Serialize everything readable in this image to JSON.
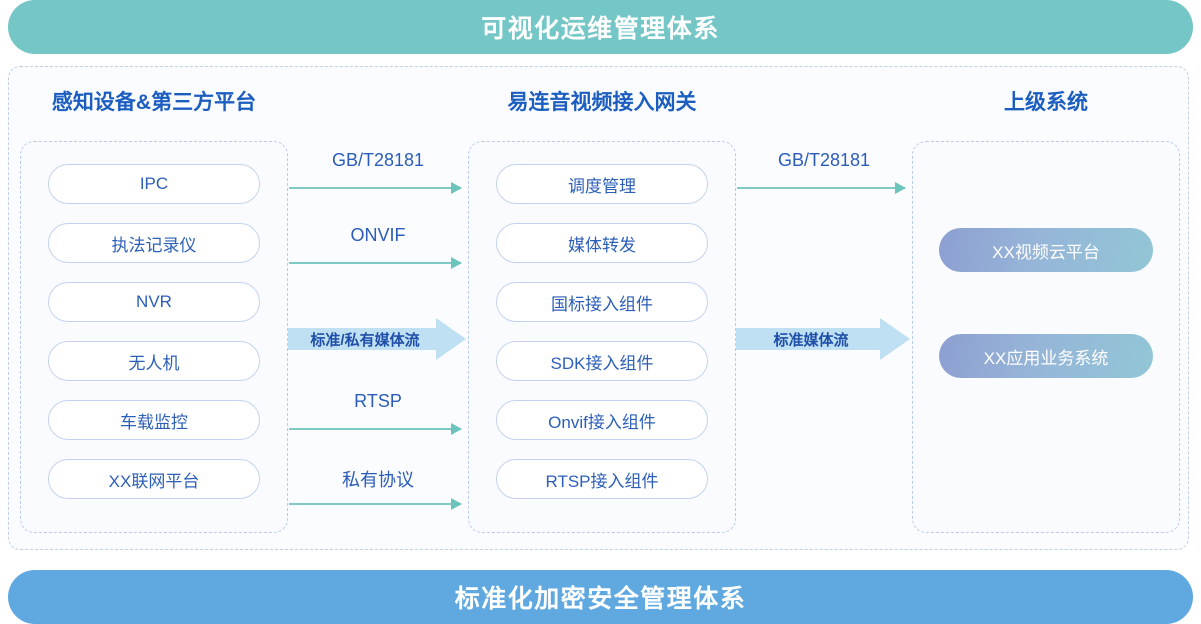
{
  "banners": {
    "top": {
      "label": "可视化运维管理体系",
      "color": "#74c7c6"
    },
    "bottom": {
      "label": "标准化加密安全管理体系",
      "color": "#5fa9e0"
    }
  },
  "columns": [
    {
      "id": "left",
      "title": "感知设备&第三方平台",
      "items": [
        "IPC",
        "执法记录仪",
        "NVR",
        "无人机",
        "车载监控",
        "XX联网平台"
      ]
    },
    {
      "id": "middle",
      "title": "易连音视频接入网关",
      "items": [
        "调度管理",
        "媒体转发",
        "国标接入组件",
        "SDK接入组件",
        "Onvif接入组件",
        "RTSP接入组件"
      ]
    },
    {
      "id": "right",
      "title": "上级系统",
      "items": [
        "XX视频云平台",
        "XX应用业务系统"
      ]
    }
  ],
  "connectors_left_to_middle": [
    {
      "label": "GB/T28181",
      "style": "thin-arrow"
    },
    {
      "label": "ONVIF",
      "style": "thin-arrow"
    },
    {
      "label": "标准/私有媒体流",
      "style": "block-arrow"
    },
    {
      "label": "RTSP",
      "style": "thin-arrow"
    },
    {
      "label": "私有协议",
      "style": "thin-arrow"
    }
  ],
  "connectors_middle_to_right": [
    {
      "label": "GB/T28181",
      "style": "thin-arrow"
    },
    {
      "label": "标准媒体流",
      "style": "block-arrow"
    }
  ],
  "colors": {
    "teal_banner": "#74c7c6",
    "blue_banner": "#5fa9e0",
    "arrow_teal": "#7ccac3",
    "block_arrow_fill": "#bfe0f2",
    "title_blue": "#1c5ec0",
    "pill_text": "#2c5fb8",
    "pill_border": "#c3d3ef",
    "dashed_border": "#b9cced"
  }
}
